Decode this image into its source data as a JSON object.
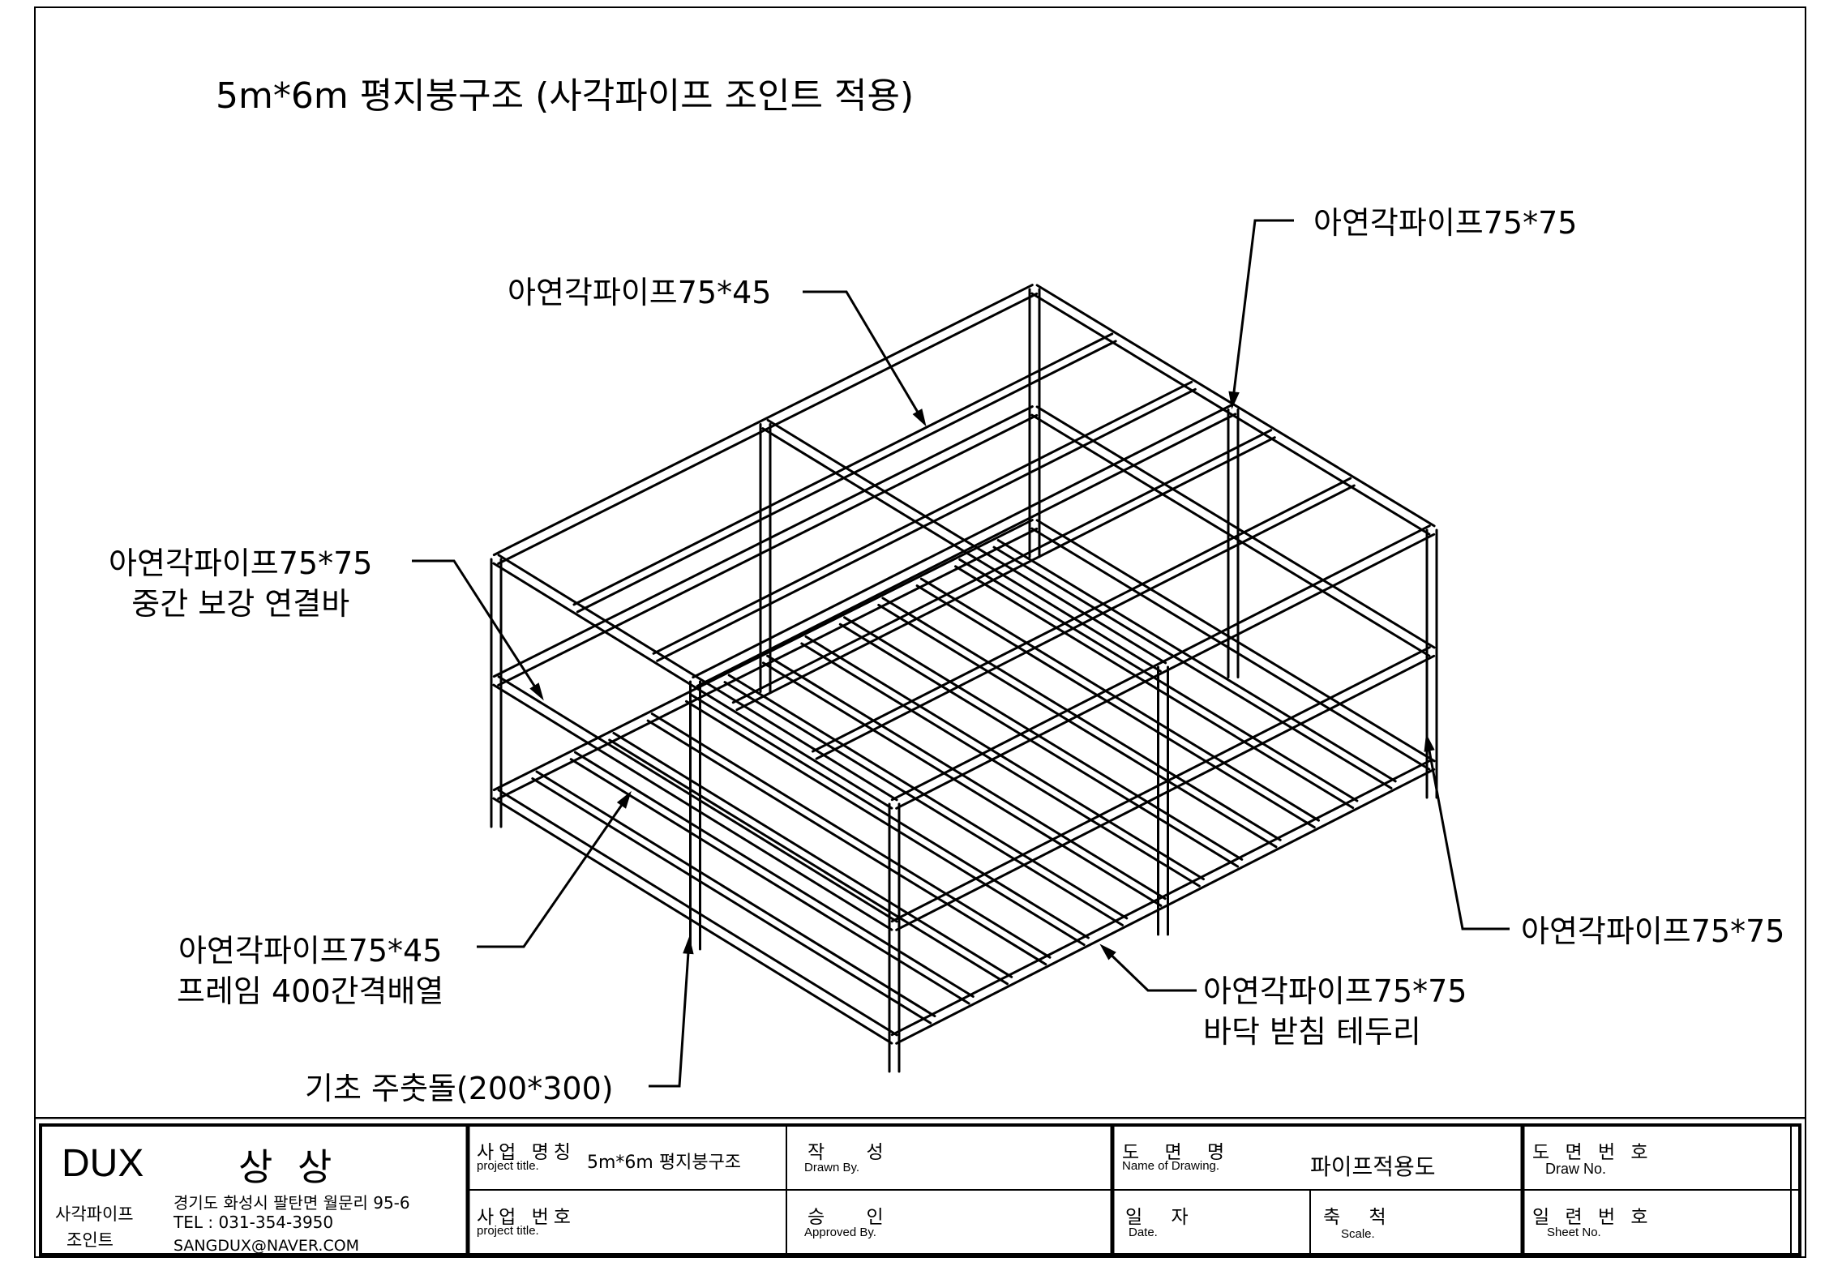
{
  "drawing": {
    "title": "5m*6m 평지붕구조 (사각파이프 조인트 적용)",
    "callouts": {
      "top_right": "아연각파이프75*75",
      "top_center": "아연각파이프75*45",
      "left_mid_line1": "아연각파이프75*75",
      "left_mid_line2": "중간 보강 연결바",
      "left_bottom_line1": "아연각파이프75*45",
      "left_bottom_line2": "프레임 400간격배열",
      "foundation": "기초 주춧돌(200*300)",
      "right_mid": "아연각파이프75*75",
      "bottom_right_line1": "아연각파이프75*75",
      "bottom_right_line2": "바닥 받침 테두리"
    }
  },
  "title_block": {
    "company": {
      "brand": "DUX",
      "name": "상 상",
      "product_line1": "사각파이프",
      "product_line2": "조인트",
      "address": "경기도 화성시 팔탄면 월문리 95-6",
      "tel": "TEL : 031-354-3950",
      "email": "SANGDUX@NAVER.COM"
    },
    "project_name": {
      "label_ko": "사업 명칭",
      "label_en": "project title.",
      "value": "5m*6m 평지붕구조"
    },
    "project_no": {
      "label_ko": "사업 번호",
      "label_en": "project title.",
      "value": ""
    },
    "drawn_by": {
      "label_ko": "작 성",
      "label_en": "Drawn By.",
      "value": ""
    },
    "approved_by": {
      "label_ko": "승 인",
      "label_en": "Approved By.",
      "value": ""
    },
    "drawing_name": {
      "label_ko": "도 면 명",
      "label_en": "Name of Drawing.",
      "value": "파이프적용도"
    },
    "date": {
      "label_ko": "일 자",
      "label_en": "Date.",
      "value": ""
    },
    "scale": {
      "label_ko": "축 척",
      "label_en": "Scale.",
      "value": ""
    },
    "draw_no": {
      "label_ko": "도 면 번 호",
      "label_en": "Draw No.",
      "value": ""
    },
    "sheet_no": {
      "label_ko": "일 련 번 호",
      "label_en": "Sheet No.",
      "value": ""
    }
  }
}
